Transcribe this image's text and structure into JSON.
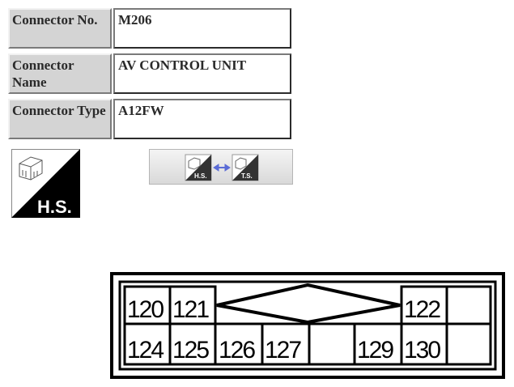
{
  "connector_no": {
    "label": "Connector No.",
    "value": "M206"
  },
  "connector_name": {
    "label": "Connector Name",
    "value": "AV CONTROL UNIT"
  },
  "connector_type": {
    "label": "Connector Type",
    "value": "A12FW"
  },
  "icons": {
    "face_icon": "harness-side-icon",
    "face_icon_text": "H.S.",
    "toggle_button": "hs-ts-toggle-icon",
    "toggle_left_text": "H.S.",
    "toggle_right_text": "T.S."
  },
  "pins": {
    "row1": [
      "120",
      "121",
      "122"
    ],
    "row2": [
      "124",
      "125",
      "126",
      "127",
      "129",
      "130"
    ]
  }
}
